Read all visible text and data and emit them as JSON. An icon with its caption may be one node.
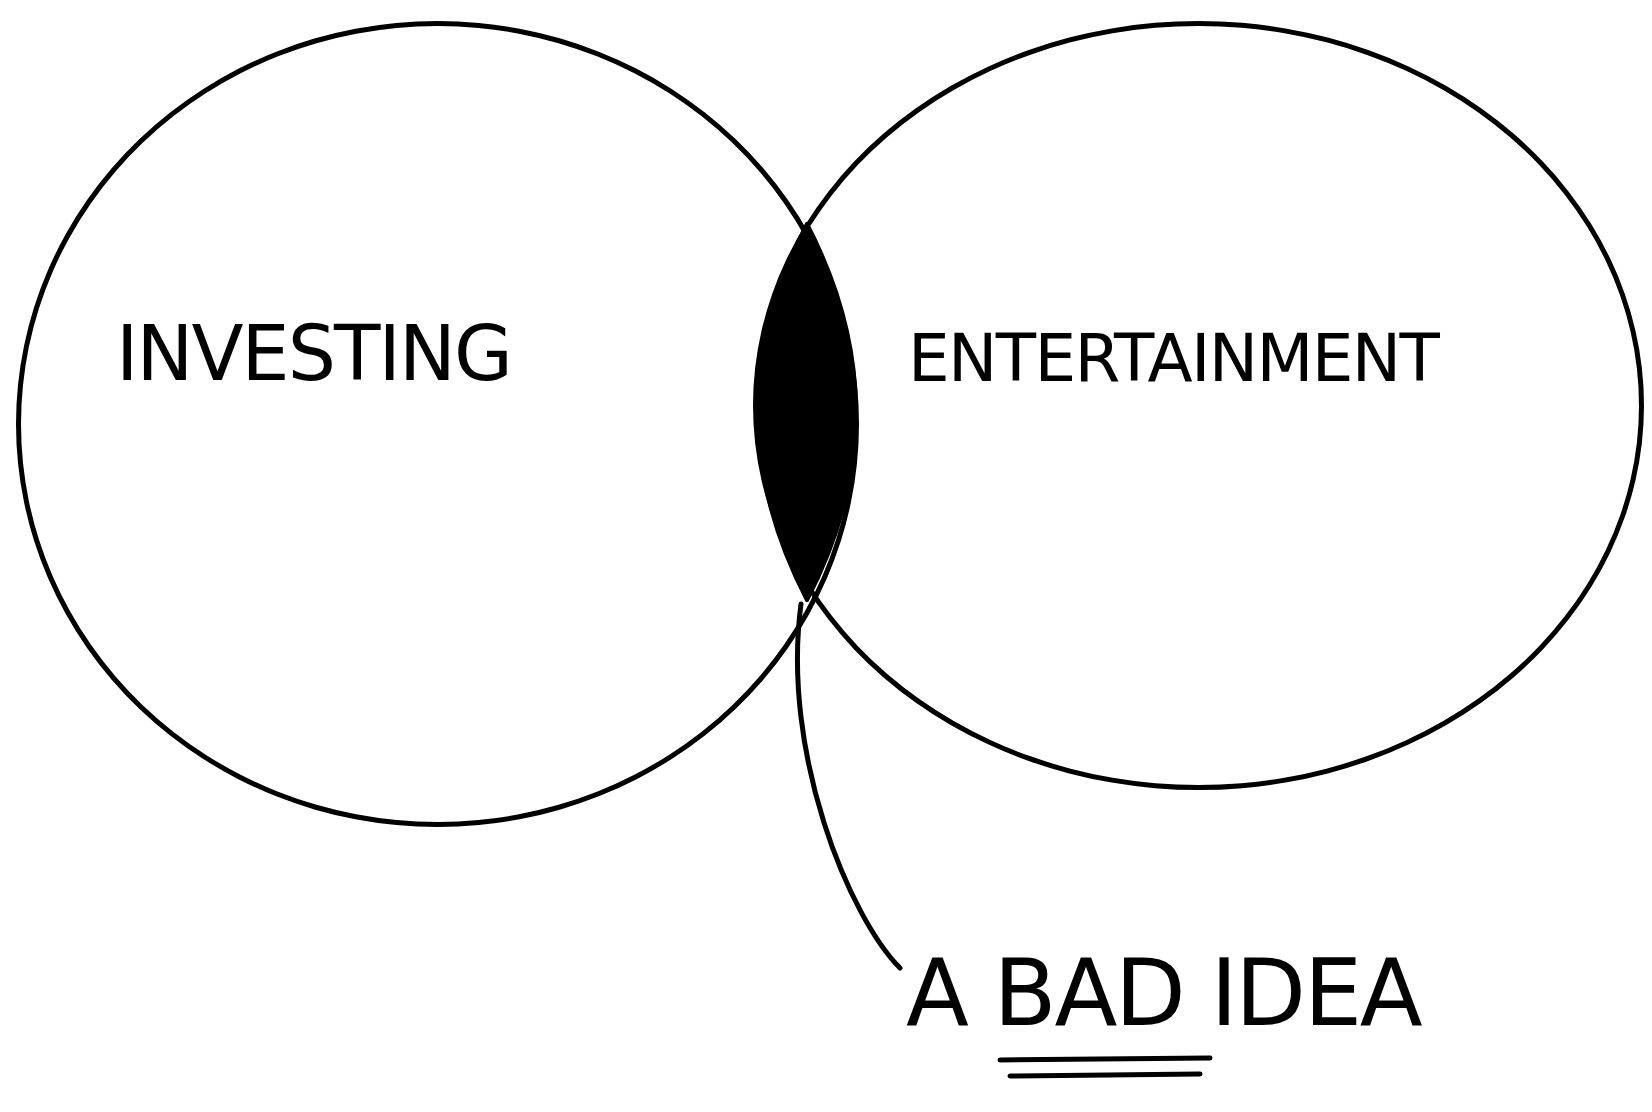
{
  "diagram": {
    "nodes": [
      {
        "text": [
          "INVESTING"
        ]
      },
      {
        "text": [
          "ENTERTAINMENT"
        ]
      },
      {
        "text": [],
        "shape": "ellipse"
      },
      {
        "text": [
          "A BAD IDEA"
        ]
      }
    ],
    "edges": [
      {
        "from": 3,
        "to": 2,
        "arrow": "none"
      }
    ]
  }
}
